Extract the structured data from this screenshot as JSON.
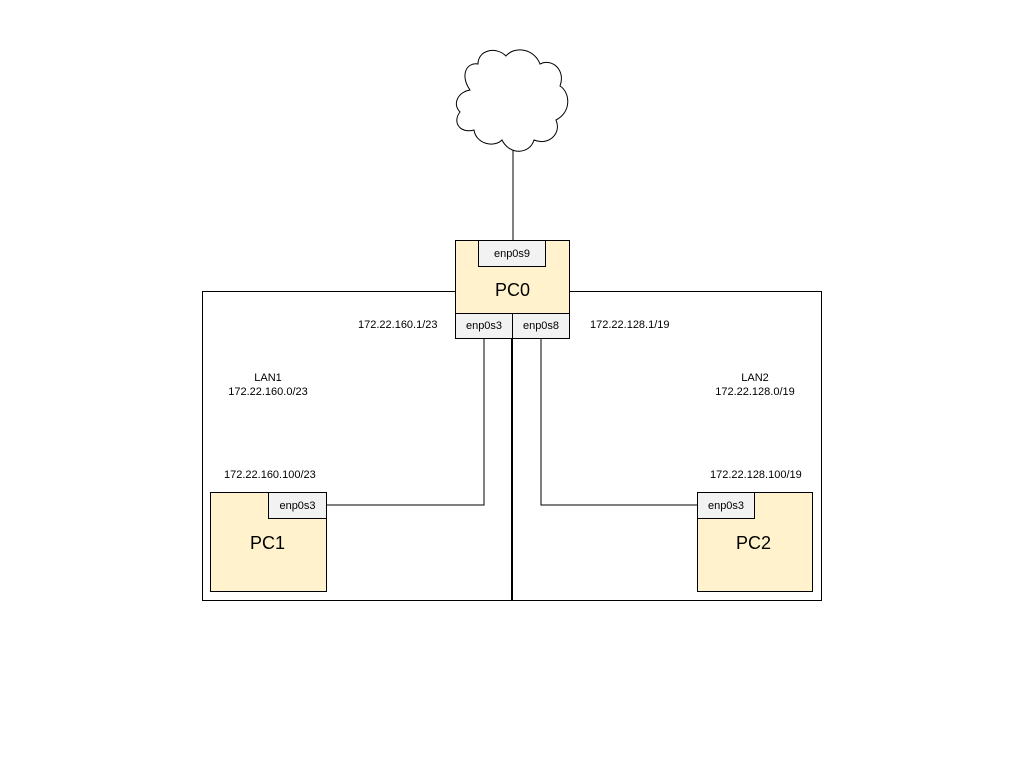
{
  "cloud": {
    "icon": "cloud-icon"
  },
  "pc0": {
    "label": "PC0",
    "interfaces": {
      "top": "enp0s9",
      "left": "enp0s3",
      "right": "enp0s8"
    },
    "ip_lan1": "172.22.160.1/23",
    "ip_lan2": "172.22.128.1/19"
  },
  "lan1": {
    "name": "LAN1",
    "network": "172.22.160.0/23",
    "pc": {
      "label": "PC1",
      "interface": "enp0s3",
      "ip": "172.22.160.100/23"
    }
  },
  "lan2": {
    "name": "LAN2",
    "network": "172.22.128.0/19",
    "pc": {
      "label": "PC2",
      "interface": "enp0s3",
      "ip": "172.22.128.100/19"
    }
  },
  "colors": {
    "pc_fill": "#fff2cc",
    "interface_fill": "#f2f2f2",
    "line": "#000000"
  }
}
